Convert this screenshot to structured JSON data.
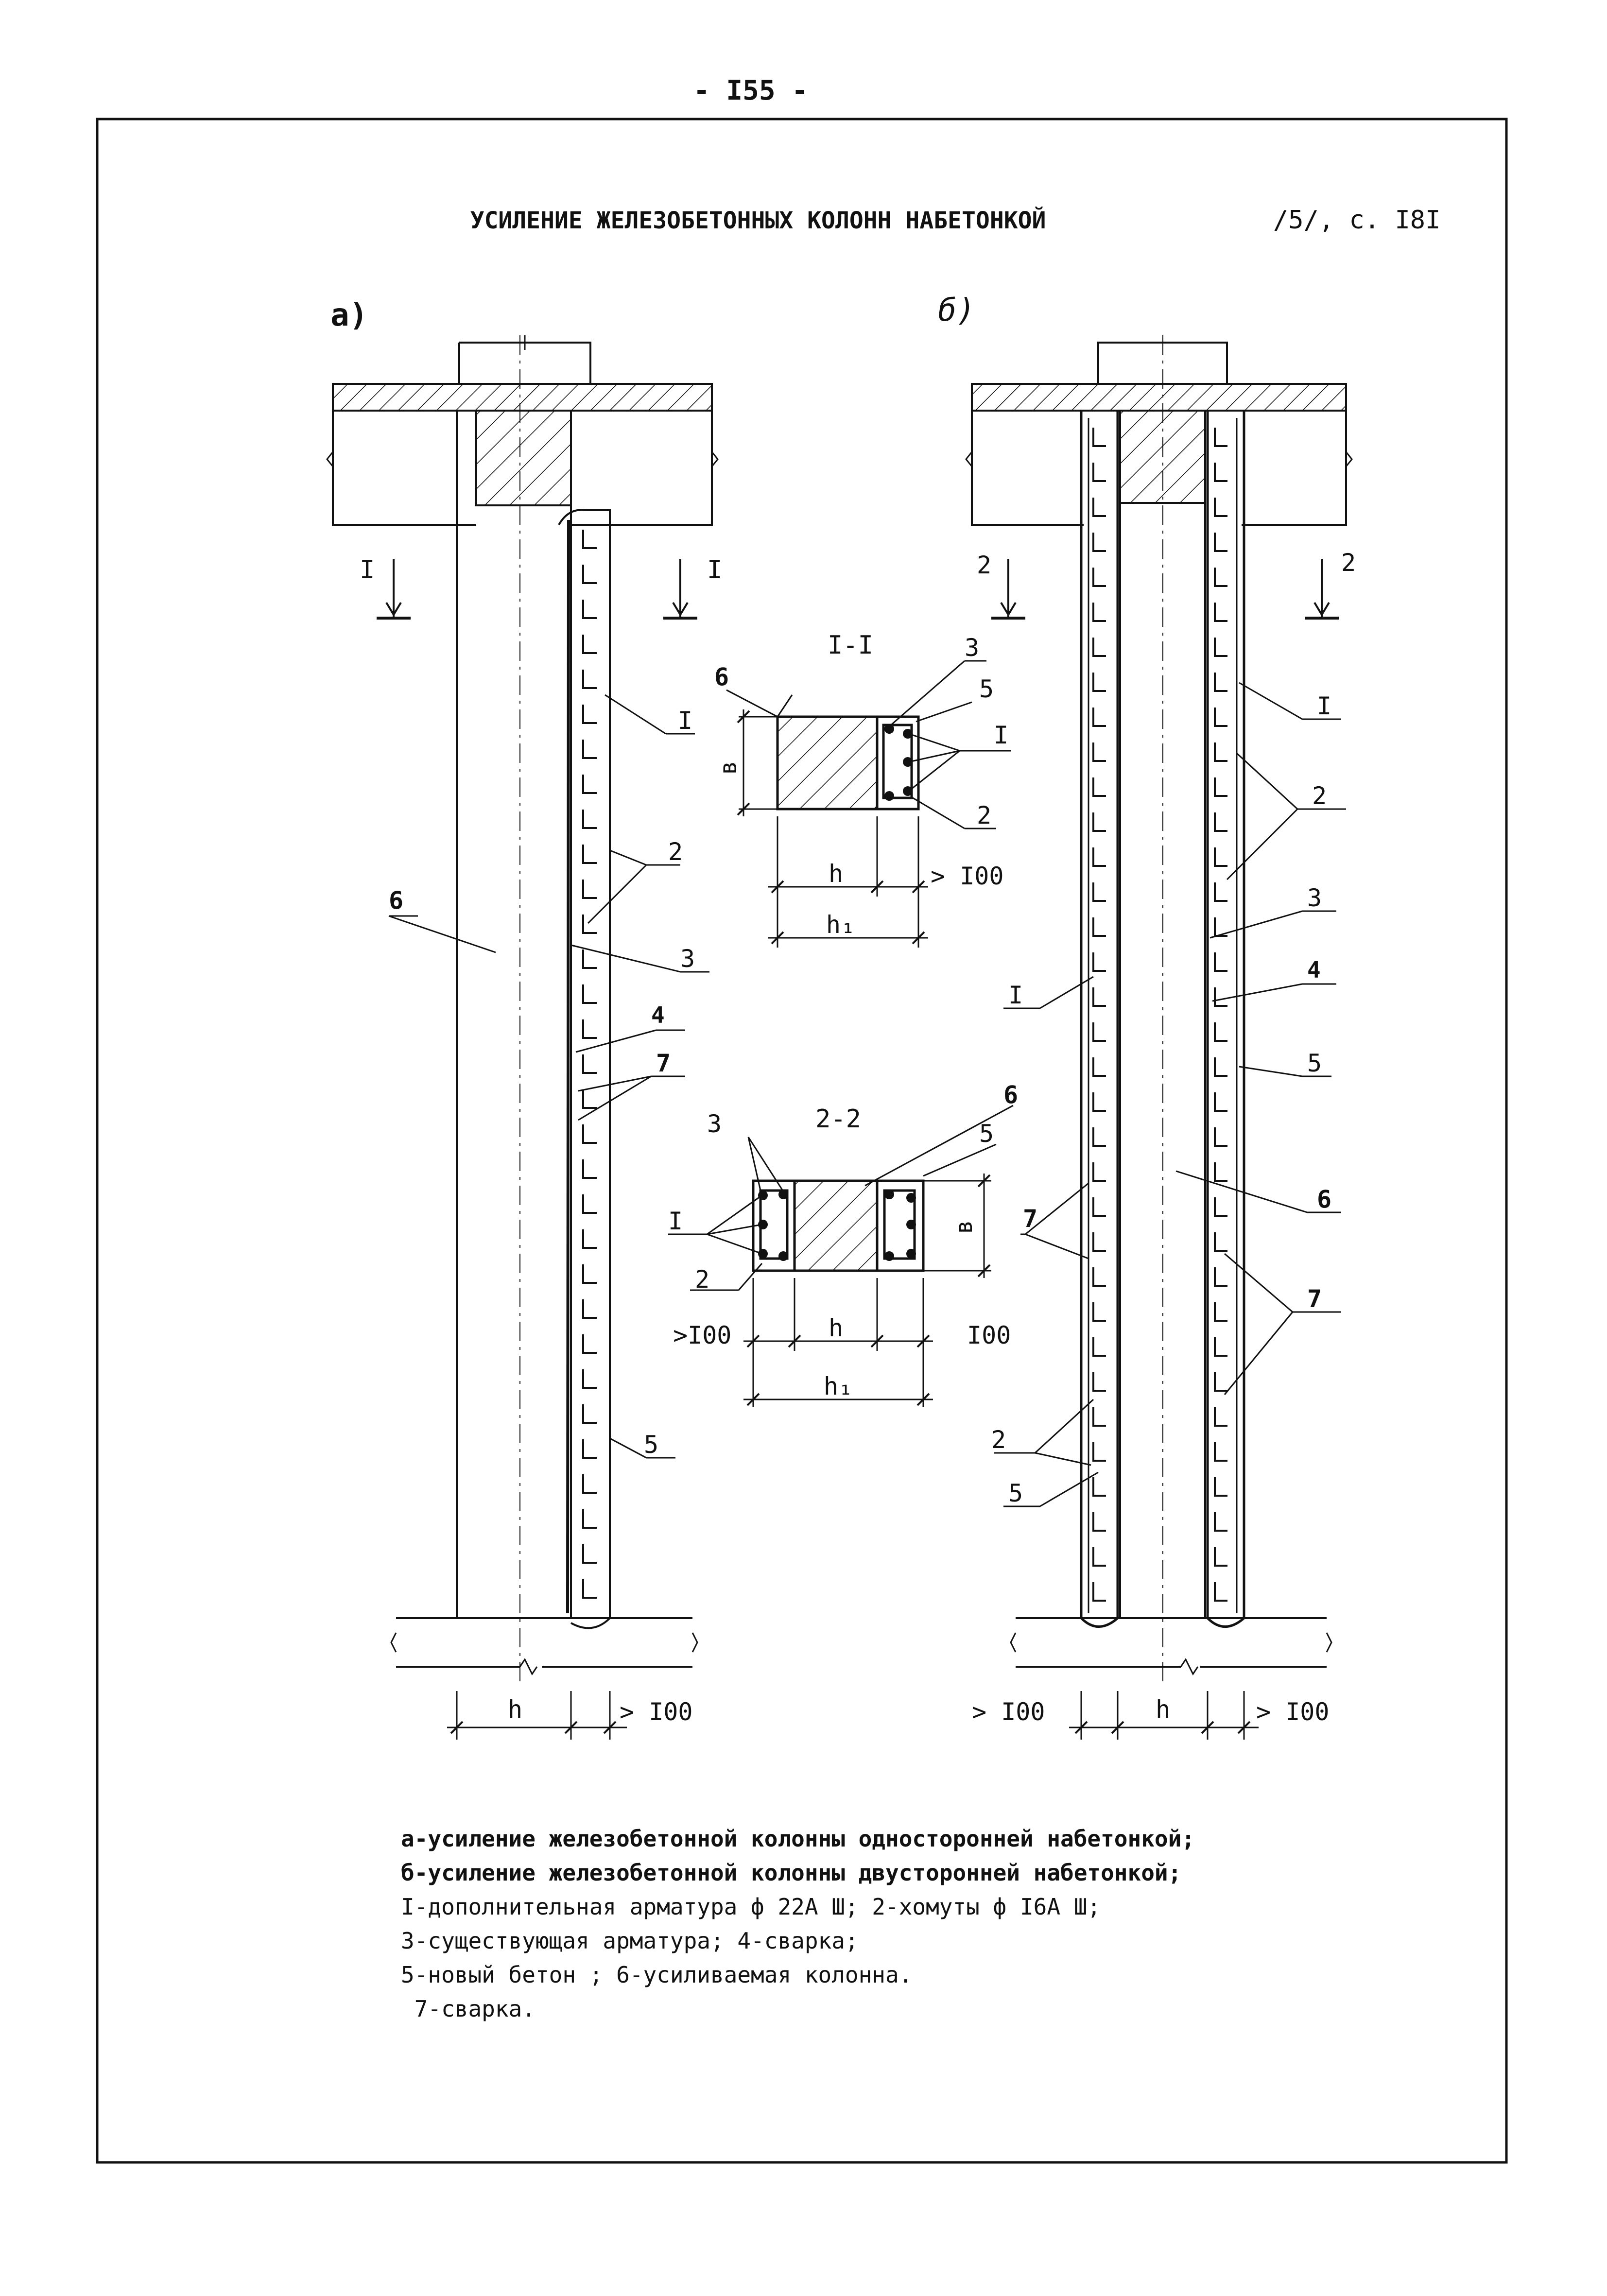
{
  "page_number": "- I55 -",
  "title": "УСИЛЕНИЕ ЖЕЛЕЗОБЕТОННЫХ КОЛОНН НАБЕТОНКОЙ",
  "reference": "/5/, с. I8I",
  "figure_a": {
    "label": "а)",
    "section_mark": "I",
    "callouts": {
      "n1": "I",
      "n2": "2",
      "n3": "3",
      "n4": "4",
      "n5": "5",
      "n6": "6",
      "n7": "7"
    },
    "dim_h": "h",
    "dim_extra": "> I00"
  },
  "figure_b": {
    "label": "б)",
    "section_mark": "2",
    "callouts": {
      "n1": "I",
      "n1b": "I",
      "n2": "2",
      "n2b": "2",
      "n3": "3",
      "n4": "4",
      "n5": "5",
      "n5b": "5",
      "n6": "6",
      "n7": "7",
      "n7b": "7"
    },
    "dim_left": "> I00",
    "dim_h": "h",
    "dim_right": "> I00"
  },
  "section_1": {
    "title": "I-I",
    "callouts": {
      "n1": "I",
      "n2": "2",
      "n3": "3",
      "n5": "5",
      "n6": "6"
    },
    "dim_b": "в",
    "dim_h": "h",
    "dim_h1": "h₁",
    "dim_extra": "> I00"
  },
  "section_2": {
    "title": "2-2",
    "callouts": {
      "n1": "I",
      "n2": "2",
      "n3": "3",
      "n5": "5",
      "n6": "6"
    },
    "dim_b": "в",
    "dim_h": "h",
    "dim_h1": "h₁",
    "dim_left": ">I00",
    "dim_right": "I00"
  },
  "caption": [
    "а-усиление железобетонной колонны односторонней набетонкой;",
    "б-усиление железобетонной колонны двусторонней набетонкой;",
    "I-дополнительная арматура ф 22А Ш; 2-хомуты ф I6А Ш;",
    "3-существующая арматура; 4-сварка;",
    "5-новый бетон ; 6-усиливаемая колонна.",
    " 7-сварка."
  ],
  "colors": {
    "ink": "#111111",
    "paper": "#ffffff"
  }
}
